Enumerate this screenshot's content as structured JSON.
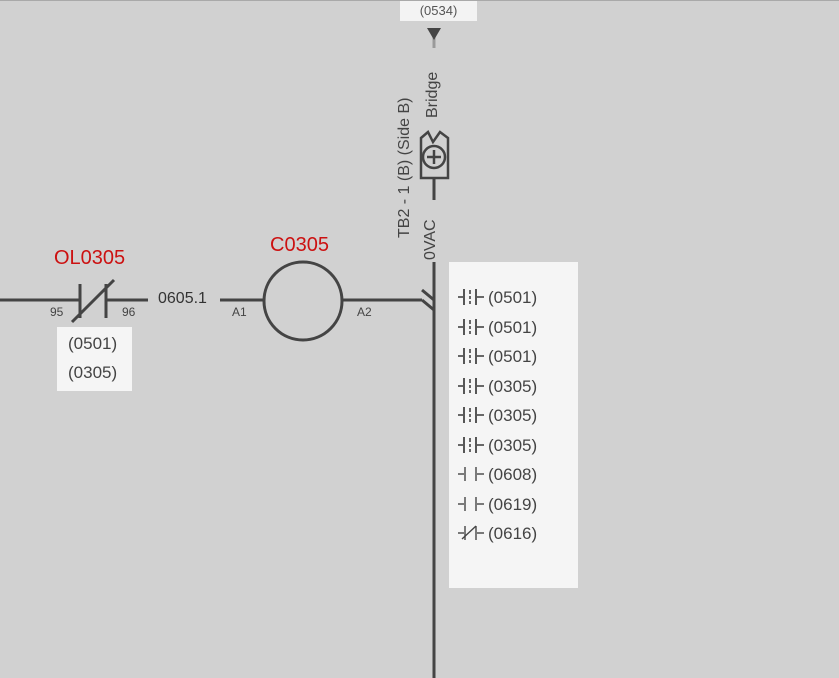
{
  "colors": {
    "background": "#d1d1d1",
    "wire": "#444444",
    "device_label": "#cc1111",
    "xref_panel": "#f5f5f5"
  },
  "icons": [
    "terminal-arrow-icon",
    "terminal-bridge-icon",
    "nc-contact-icon",
    "coil-icon",
    "no-contact-icon",
    "nc-contact-small-icon"
  ],
  "top_ref": "(0534)",
  "terminal": {
    "name": "TB2 - 1 (B) (Side B)",
    "bridge": "Bridge",
    "wire": "0VAC"
  },
  "overload": {
    "label": "OL0305",
    "pin_left": "95",
    "pin_right": "96",
    "refs": [
      "(0501)",
      "(0305)"
    ]
  },
  "wire_number": "0605.1",
  "coil": {
    "label": "C0305",
    "pin_left": "A1",
    "pin_right": "A2"
  },
  "contact_refs": [
    {
      "type": "no-power",
      "ref": "(0501)"
    },
    {
      "type": "no-power",
      "ref": "(0501)"
    },
    {
      "type": "no-power",
      "ref": "(0501)"
    },
    {
      "type": "no-power",
      "ref": "(0305)"
    },
    {
      "type": "no-power",
      "ref": "(0305)"
    },
    {
      "type": "no-power",
      "ref": "(0305)"
    },
    {
      "type": "no",
      "ref": "(0608)"
    },
    {
      "type": "no",
      "ref": "(0619)"
    },
    {
      "type": "nc",
      "ref": "(0616)"
    }
  ]
}
